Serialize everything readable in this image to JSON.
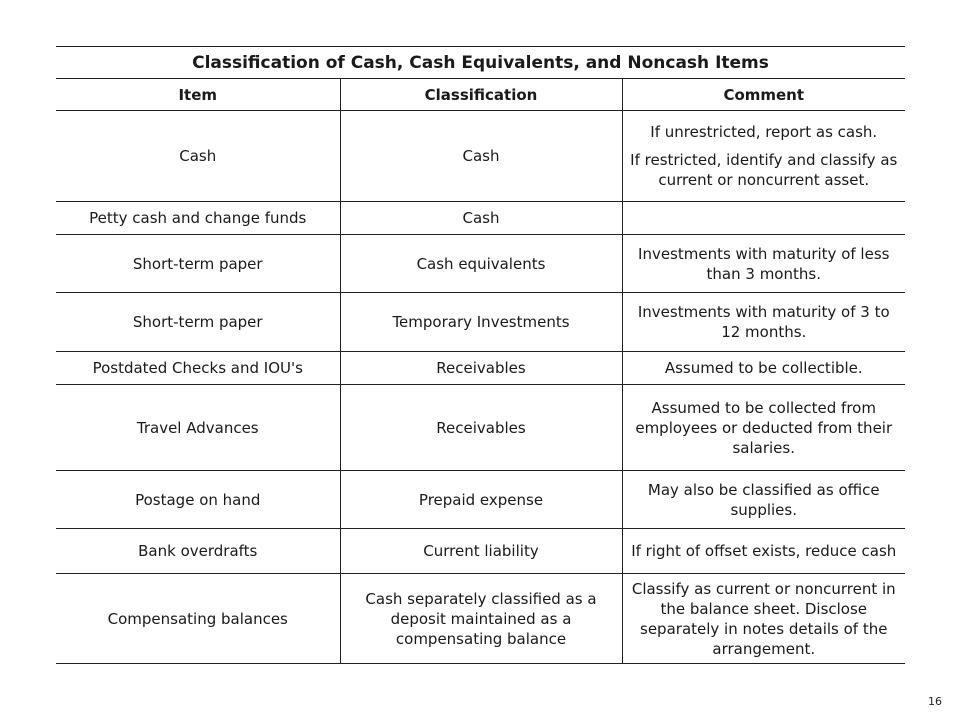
{
  "table": {
    "title": "Classification of Cash, Cash Equivalents, and Noncash Items",
    "headers": [
      "Item",
      "Classification",
      "Comment"
    ],
    "rows": [
      {
        "item": "Cash",
        "classification": "Cash",
        "comment": [
          "If unrestricted, report as cash.",
          "If restricted, identify and classify as current or noncurrent asset."
        ]
      },
      {
        "item": "Petty cash and change funds",
        "classification": "Cash",
        "comment": []
      },
      {
        "item": "Short-term paper",
        "classification": "Cash equivalents",
        "comment": [
          "Investments with maturity of less than 3 months."
        ]
      },
      {
        "item": "Short-term paper",
        "classification": "Temporary Investments",
        "comment": [
          "Investments with maturity of 3 to 12 months."
        ]
      },
      {
        "item": "Postdated Checks and IOU's",
        "classification": "Receivables",
        "comment": [
          "Assumed to be collectible."
        ]
      },
      {
        "item": "Travel Advances",
        "classification": "Receivables",
        "comment": [
          "Assumed to be collected from employees or deducted from their salaries."
        ]
      },
      {
        "item": "Postage on hand",
        "classification": "Prepaid expense",
        "comment": [
          "May also be classified as office supplies."
        ]
      },
      {
        "item": "Bank overdrafts",
        "classification": "Current liability",
        "comment": [
          "If right of offset exists, reduce cash"
        ]
      },
      {
        "item": "Compensating balances",
        "classification": "Cash separately classified as a deposit maintained as a compensating balance",
        "comment": [
          "Classify as current or noncurrent in the balance sheet.  Disclose separately in notes details of the arrangement."
        ]
      }
    ]
  },
  "page_number": "16"
}
